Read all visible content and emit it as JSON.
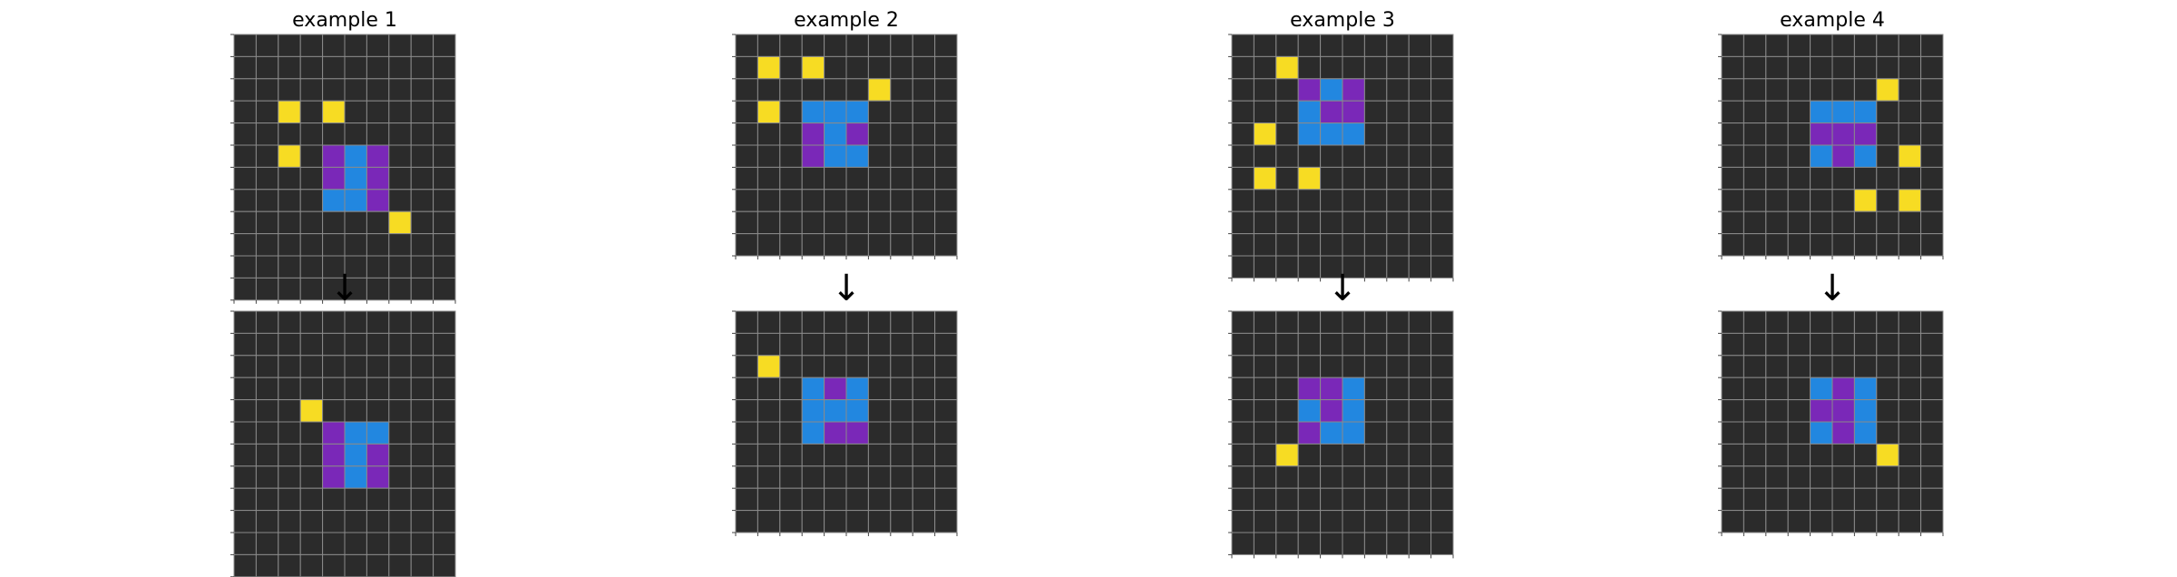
{
  "colors": {
    "0": "#2b2b2b",
    "1": "#f7dc23",
    "2": "#2287e0",
    "3": "#7a28b8",
    "gridline": "#8a8a8a",
    "tick": "#444444"
  },
  "arrow_symbol": "↓",
  "examples": [
    {
      "title": "example 1",
      "input": [
        [
          0,
          0,
          0,
          0,
          0,
          0,
          0,
          0,
          0,
          0
        ],
        [
          0,
          0,
          0,
          0,
          0,
          0,
          0,
          0,
          0,
          0
        ],
        [
          0,
          0,
          0,
          0,
          0,
          0,
          0,
          0,
          0,
          0
        ],
        [
          0,
          0,
          1,
          0,
          1,
          0,
          0,
          0,
          0,
          0
        ],
        [
          0,
          0,
          0,
          0,
          0,
          0,
          0,
          0,
          0,
          0
        ],
        [
          0,
          0,
          1,
          0,
          3,
          2,
          3,
          0,
          0,
          0
        ],
        [
          0,
          0,
          0,
          0,
          3,
          2,
          3,
          0,
          0,
          0
        ],
        [
          0,
          0,
          0,
          0,
          2,
          2,
          3,
          0,
          0,
          0
        ],
        [
          0,
          0,
          0,
          0,
          0,
          0,
          0,
          1,
          0,
          0
        ],
        [
          0,
          0,
          0,
          0,
          0,
          0,
          0,
          0,
          0,
          0
        ],
        [
          0,
          0,
          0,
          0,
          0,
          0,
          0,
          0,
          0,
          0
        ],
        [
          0,
          0,
          0,
          0,
          0,
          0,
          0,
          0,
          0,
          0
        ]
      ],
      "output": [
        [
          0,
          0,
          0,
          0,
          0,
          0,
          0,
          0,
          0,
          0
        ],
        [
          0,
          0,
          0,
          0,
          0,
          0,
          0,
          0,
          0,
          0
        ],
        [
          0,
          0,
          0,
          0,
          0,
          0,
          0,
          0,
          0,
          0
        ],
        [
          0,
          0,
          0,
          0,
          0,
          0,
          0,
          0,
          0,
          0
        ],
        [
          0,
          0,
          0,
          1,
          0,
          0,
          0,
          0,
          0,
          0
        ],
        [
          0,
          0,
          0,
          0,
          3,
          2,
          2,
          0,
          0,
          0
        ],
        [
          0,
          0,
          0,
          0,
          3,
          2,
          3,
          0,
          0,
          0
        ],
        [
          0,
          0,
          0,
          0,
          3,
          2,
          3,
          0,
          0,
          0
        ],
        [
          0,
          0,
          0,
          0,
          0,
          0,
          0,
          0,
          0,
          0
        ],
        [
          0,
          0,
          0,
          0,
          0,
          0,
          0,
          0,
          0,
          0
        ],
        [
          0,
          0,
          0,
          0,
          0,
          0,
          0,
          0,
          0,
          0
        ],
        [
          0,
          0,
          0,
          0,
          0,
          0,
          0,
          0,
          0,
          0
        ]
      ]
    },
    {
      "title": "example 2",
      "input": [
        [
          0,
          0,
          0,
          0,
          0,
          0,
          0,
          0,
          0,
          0
        ],
        [
          0,
          1,
          0,
          1,
          0,
          0,
          0,
          0,
          0,
          0
        ],
        [
          0,
          0,
          0,
          0,
          0,
          0,
          1,
          0,
          0,
          0
        ],
        [
          0,
          1,
          0,
          2,
          2,
          2,
          0,
          0,
          0,
          0
        ],
        [
          0,
          0,
          0,
          3,
          2,
          3,
          0,
          0,
          0,
          0
        ],
        [
          0,
          0,
          0,
          3,
          2,
          2,
          0,
          0,
          0,
          0
        ],
        [
          0,
          0,
          0,
          0,
          0,
          0,
          0,
          0,
          0,
          0
        ],
        [
          0,
          0,
          0,
          0,
          0,
          0,
          0,
          0,
          0,
          0
        ],
        [
          0,
          0,
          0,
          0,
          0,
          0,
          0,
          0,
          0,
          0
        ],
        [
          0,
          0,
          0,
          0,
          0,
          0,
          0,
          0,
          0,
          0
        ]
      ],
      "output": [
        [
          0,
          0,
          0,
          0,
          0,
          0,
          0,
          0,
          0,
          0
        ],
        [
          0,
          0,
          0,
          0,
          0,
          0,
          0,
          0,
          0,
          0
        ],
        [
          0,
          1,
          0,
          0,
          0,
          0,
          0,
          0,
          0,
          0
        ],
        [
          0,
          0,
          0,
          2,
          3,
          2,
          0,
          0,
          0,
          0
        ],
        [
          0,
          0,
          0,
          2,
          2,
          2,
          0,
          0,
          0,
          0
        ],
        [
          0,
          0,
          0,
          2,
          3,
          3,
          0,
          0,
          0,
          0
        ],
        [
          0,
          0,
          0,
          0,
          0,
          0,
          0,
          0,
          0,
          0
        ],
        [
          0,
          0,
          0,
          0,
          0,
          0,
          0,
          0,
          0,
          0
        ],
        [
          0,
          0,
          0,
          0,
          0,
          0,
          0,
          0,
          0,
          0
        ],
        [
          0,
          0,
          0,
          0,
          0,
          0,
          0,
          0,
          0,
          0
        ]
      ]
    },
    {
      "title": "example 3",
      "input": [
        [
          0,
          0,
          0,
          0,
          0,
          0,
          0,
          0,
          0,
          0
        ],
        [
          0,
          0,
          1,
          0,
          0,
          0,
          0,
          0,
          0,
          0
        ],
        [
          0,
          0,
          0,
          3,
          2,
          3,
          0,
          0,
          0,
          0
        ],
        [
          0,
          0,
          0,
          2,
          3,
          3,
          0,
          0,
          0,
          0
        ],
        [
          0,
          1,
          0,
          2,
          2,
          2,
          0,
          0,
          0,
          0
        ],
        [
          0,
          0,
          0,
          0,
          0,
          0,
          0,
          0,
          0,
          0
        ],
        [
          0,
          1,
          0,
          1,
          0,
          0,
          0,
          0,
          0,
          0
        ],
        [
          0,
          0,
          0,
          0,
          0,
          0,
          0,
          0,
          0,
          0
        ],
        [
          0,
          0,
          0,
          0,
          0,
          0,
          0,
          0,
          0,
          0
        ],
        [
          0,
          0,
          0,
          0,
          0,
          0,
          0,
          0,
          0,
          0
        ],
        [
          0,
          0,
          0,
          0,
          0,
          0,
          0,
          0,
          0,
          0
        ]
      ],
      "output": [
        [
          0,
          0,
          0,
          0,
          0,
          0,
          0,
          0,
          0,
          0
        ],
        [
          0,
          0,
          0,
          0,
          0,
          0,
          0,
          0,
          0,
          0
        ],
        [
          0,
          0,
          0,
          0,
          0,
          0,
          0,
          0,
          0,
          0
        ],
        [
          0,
          0,
          0,
          3,
          3,
          2,
          0,
          0,
          0,
          0
        ],
        [
          0,
          0,
          0,
          2,
          3,
          2,
          0,
          0,
          0,
          0
        ],
        [
          0,
          0,
          0,
          3,
          2,
          2,
          0,
          0,
          0,
          0
        ],
        [
          0,
          0,
          1,
          0,
          0,
          0,
          0,
          0,
          0,
          0
        ],
        [
          0,
          0,
          0,
          0,
          0,
          0,
          0,
          0,
          0,
          0
        ],
        [
          0,
          0,
          0,
          0,
          0,
          0,
          0,
          0,
          0,
          0
        ],
        [
          0,
          0,
          0,
          0,
          0,
          0,
          0,
          0,
          0,
          0
        ],
        [
          0,
          0,
          0,
          0,
          0,
          0,
          0,
          0,
          0,
          0
        ]
      ]
    },
    {
      "title": "example 4",
      "input": [
        [
          0,
          0,
          0,
          0,
          0,
          0,
          0,
          0,
          0,
          0
        ],
        [
          0,
          0,
          0,
          0,
          0,
          0,
          0,
          0,
          0,
          0
        ],
        [
          0,
          0,
          0,
          0,
          0,
          0,
          0,
          1,
          0,
          0
        ],
        [
          0,
          0,
          0,
          0,
          2,
          2,
          2,
          0,
          0,
          0
        ],
        [
          0,
          0,
          0,
          0,
          3,
          3,
          3,
          0,
          0,
          0
        ],
        [
          0,
          0,
          0,
          0,
          2,
          3,
          2,
          0,
          1,
          0
        ],
        [
          0,
          0,
          0,
          0,
          0,
          0,
          0,
          0,
          0,
          0
        ],
        [
          0,
          0,
          0,
          0,
          0,
          0,
          1,
          0,
          1,
          0
        ],
        [
          0,
          0,
          0,
          0,
          0,
          0,
          0,
          0,
          0,
          0
        ],
        [
          0,
          0,
          0,
          0,
          0,
          0,
          0,
          0,
          0,
          0
        ]
      ],
      "output": [
        [
          0,
          0,
          0,
          0,
          0,
          0,
          0,
          0,
          0,
          0
        ],
        [
          0,
          0,
          0,
          0,
          0,
          0,
          0,
          0,
          0,
          0
        ],
        [
          0,
          0,
          0,
          0,
          0,
          0,
          0,
          0,
          0,
          0
        ],
        [
          0,
          0,
          0,
          0,
          2,
          3,
          2,
          0,
          0,
          0
        ],
        [
          0,
          0,
          0,
          0,
          3,
          3,
          2,
          0,
          0,
          0
        ],
        [
          0,
          0,
          0,
          0,
          2,
          3,
          2,
          0,
          0,
          0
        ],
        [
          0,
          0,
          0,
          0,
          0,
          0,
          0,
          1,
          0,
          0
        ],
        [
          0,
          0,
          0,
          0,
          0,
          0,
          0,
          0,
          0,
          0
        ],
        [
          0,
          0,
          0,
          0,
          0,
          0,
          0,
          0,
          0,
          0
        ],
        [
          0,
          0,
          0,
          0,
          0,
          0,
          0,
          0,
          0,
          0
        ]
      ]
    }
  ]
}
